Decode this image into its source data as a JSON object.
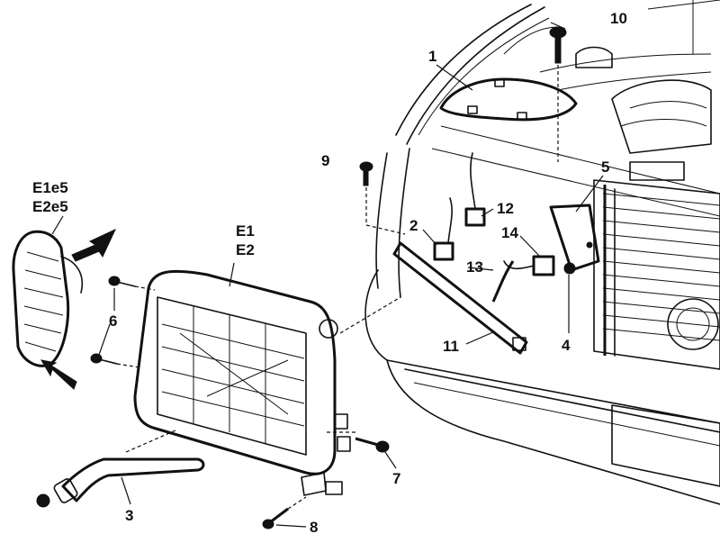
{
  "diagram": {
    "type": "exploded-view",
    "subject": "headlamp assembly removal",
    "labels": {
      "l1": "1",
      "l2": "2",
      "l3": "3",
      "l4": "4",
      "l5": "5",
      "l6": "6",
      "l7": "7",
      "l8": "8",
      "l9": "9",
      "l10": "10",
      "l11": "11",
      "l12": "12",
      "l13": "13",
      "l14": "14",
      "e1": "E1",
      "e2": "E2",
      "e1e5": "E1e5",
      "e2e5": "E2e5"
    }
  }
}
